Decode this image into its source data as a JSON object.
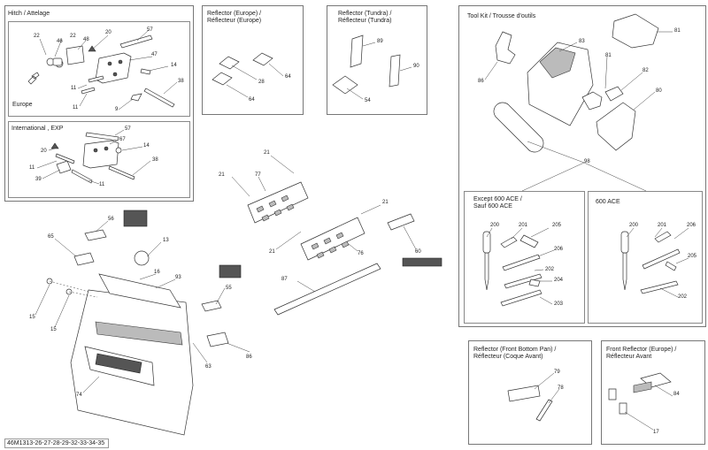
{
  "panels": {
    "hitch": "Hitch / Attelage",
    "europe": "Europe",
    "international": "International , EXP",
    "reflector_europe": "Reflector (Europe) /\nRéflecteur (Europe)",
    "reflector_tundra": "Reflector (Tundra) /\nRéflecteur (Tundra)",
    "tool_kit": "Tool Kit / Trousse d'outils",
    "except_600": "Except 600 ACE /\nSauf 600 ACE",
    "ace_600": "600 ACE",
    "reflector_front_bottom": "Reflector (Front Bottom Pan) /\nRéflecteur (Coque Avant)",
    "front_reflector_europe": "Front Reflector (Europe) /\nRéflecteur Avant"
  },
  "footer_code": "46M1313-26-27-28-29-32-33-34-35",
  "callouts": {
    "hitch_europe": [
      "22",
      "46",
      "22",
      "48",
      "20",
      "57",
      "47",
      "14",
      "11",
      "38",
      "11",
      "9"
    ],
    "hitch_intl": [
      "57",
      "67",
      "14",
      "20",
      "11",
      "39",
      "11",
      "38"
    ],
    "refl_europe": [
      "28",
      "64",
      "64"
    ],
    "refl_tundra": [
      "89",
      "90",
      "54"
    ],
    "toolkit_top": [
      "86",
      "83",
      "81",
      "81",
      "82",
      "80",
      "98"
    ],
    "toolkit_except": [
      "200",
      "201",
      "205",
      "206",
      "202",
      "204",
      "203"
    ],
    "toolkit_600": [
      "200",
      "201",
      "206",
      "205",
      "202"
    ],
    "refl_front_bottom": [
      "79",
      "78"
    ],
    "front_refl_europe": [
      "84",
      "17"
    ],
    "center": [
      "21",
      "77",
      "21",
      "21",
      "21",
      "76",
      "60",
      "87"
    ],
    "left": [
      "56",
      "65",
      "13",
      "16",
      "93",
      "55",
      "15",
      "15",
      "63",
      "86",
      "74"
    ]
  }
}
